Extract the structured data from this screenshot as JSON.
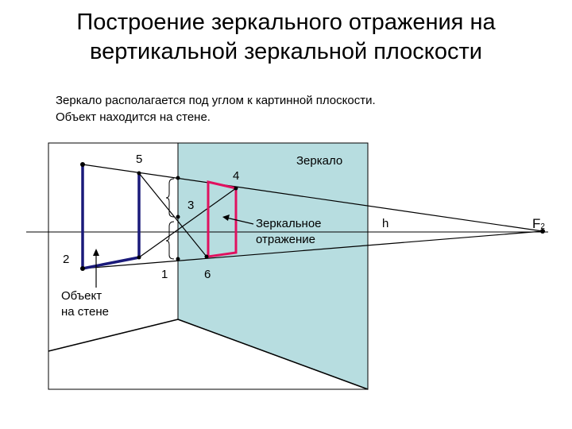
{
  "title": {
    "line1": "Построение зеркального отражения на",
    "line2": "вертикальной зеркальной плоскости"
  },
  "subtitle": {
    "line1": "Зеркало располагается под углом к картинной плоскости.",
    "line2": "Объект находится на стене."
  },
  "labels": {
    "p5": "5",
    "p4": "4",
    "p3": "3",
    "p2": "2",
    "p1": "1",
    "p6": "6",
    "mirror": "Зеркало",
    "reflection_line1": "Зеркальное",
    "reflection_line2": "отражение",
    "horizon": "h",
    "vanishing_point": "F",
    "vanishing_point_sub": "2",
    "object_line1": "Объект",
    "object_line2": "на стене"
  },
  "colors": {
    "mirror_fill": "#b7dde0",
    "object_stroke": "#1a1a7a",
    "reflection_stroke": "#e0115f",
    "line": "#000000"
  }
}
